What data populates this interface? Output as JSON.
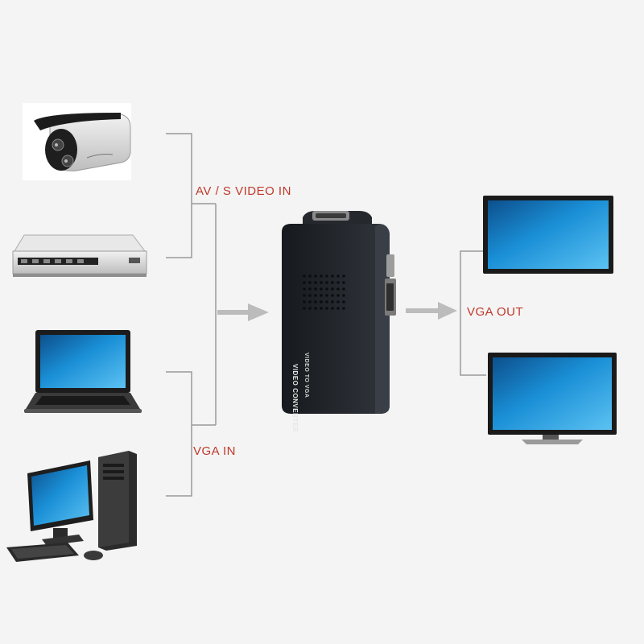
{
  "diagram": {
    "inputs": {
      "av_svideo_label": "AV / S VIDEO IN",
      "vga_label": "VGA IN",
      "devices": [
        {
          "name": "cctv-camera",
          "icon": "camera-icon"
        },
        {
          "name": "dvd-player",
          "icon": "dvd-player-icon"
        },
        {
          "name": "laptop",
          "icon": "laptop-icon"
        },
        {
          "name": "desktop-pc",
          "icon": "desktop-pc-icon"
        }
      ]
    },
    "converter": {
      "title": "VIDEO CONVERTER",
      "subtitle": "VIDEO TO VGA"
    },
    "outputs": {
      "vga_out_label": "VGA OUT",
      "devices": [
        {
          "name": "monitor-top",
          "icon": "monitor-icon"
        },
        {
          "name": "monitor-bottom",
          "icon": "monitor-icon"
        }
      ]
    },
    "colors": {
      "label_text": "#c0392b",
      "bracket_line": "#9a9a9a",
      "arrow": "#b8b8b8",
      "converter_body": "#1e2126",
      "screen_blue": "#1a8fd6"
    }
  }
}
